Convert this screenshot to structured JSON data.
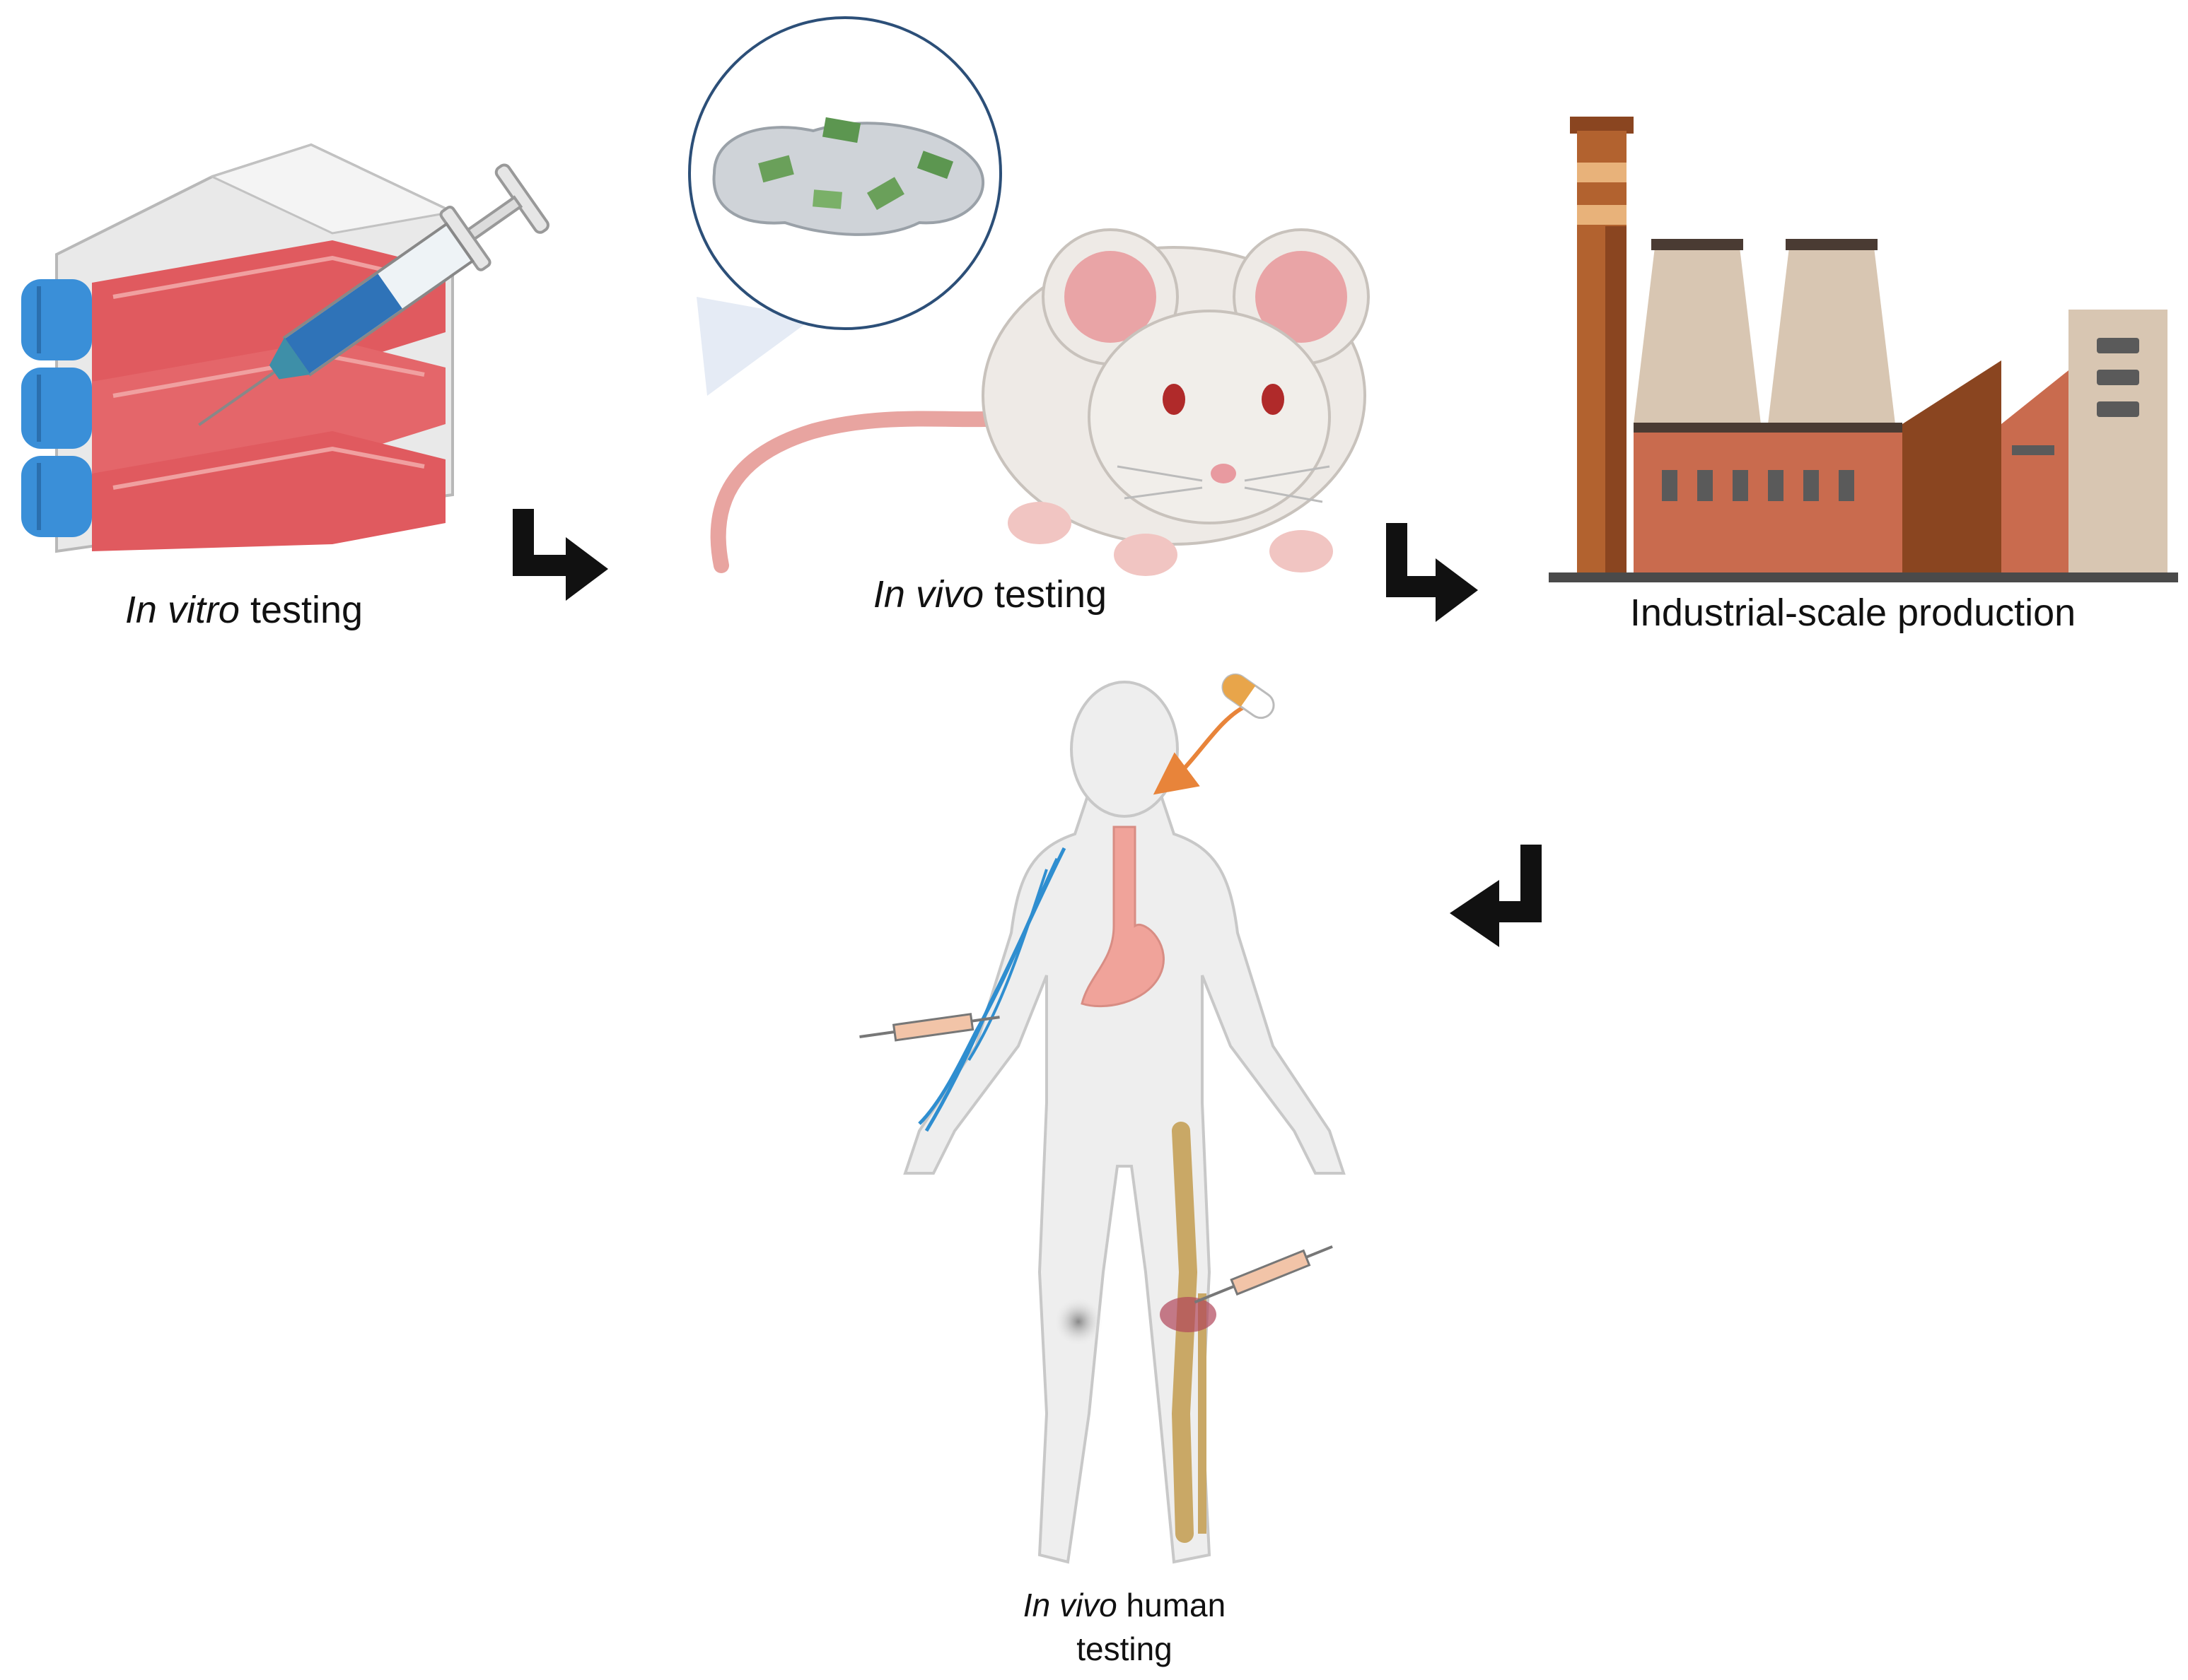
{
  "steps": {
    "in_vitro": {
      "italic": "In vitro",
      "rest": " testing"
    },
    "in_vivo": {
      "italic": "In vivo",
      "rest": " testing"
    },
    "industrial": {
      "text": "Industrial-scale production"
    },
    "human": {
      "italic": "In vivo",
      "rest": " human",
      "line2": "testing"
    }
  },
  "colors": {
    "medium": "#e05a5f",
    "cap": "#3a8fd8",
    "factory_brick": "#c96b4e",
    "factory_dark": "#8a4520",
    "tower": "#d8c6b2",
    "skin": "#eeeeee",
    "vein": "#2f8ed0",
    "bone": "#c9a866",
    "stomach": "#f0a39a",
    "arrow": "#111111"
  },
  "icons": [
    "culture-flasks-icon",
    "syringe-icon",
    "nanoparticles-zoom-icon",
    "mouse-icon",
    "factory-icon",
    "human-body-icon",
    "pill-icon",
    "flow-arrow-icon"
  ]
}
